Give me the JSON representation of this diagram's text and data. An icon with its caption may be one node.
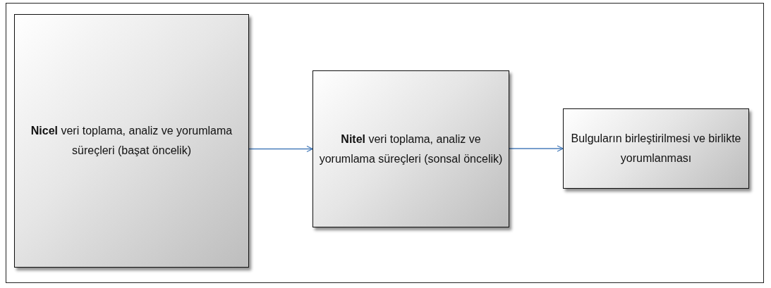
{
  "diagram": {
    "nodes": [
      {
        "text": [
          "**Nicel** veri toplama, analiz ve yorumlama süreçleri (başat öncelik)"
        ]
      },
      {
        "text": [
          "**Nitel** veri toplama, analiz ve yorumlama süreçleri (sonsal öncelik)"
        ]
      },
      {
        "text": [
          "Bulguların birleştirilmesi ve birlikte yorumlanması"
        ]
      }
    ],
    "edges": [
      {
        "from": 0,
        "to": 1,
        "arrow": "to"
      },
      {
        "from": 1,
        "to": 2,
        "arrow": "to"
      }
    ]
  }
}
